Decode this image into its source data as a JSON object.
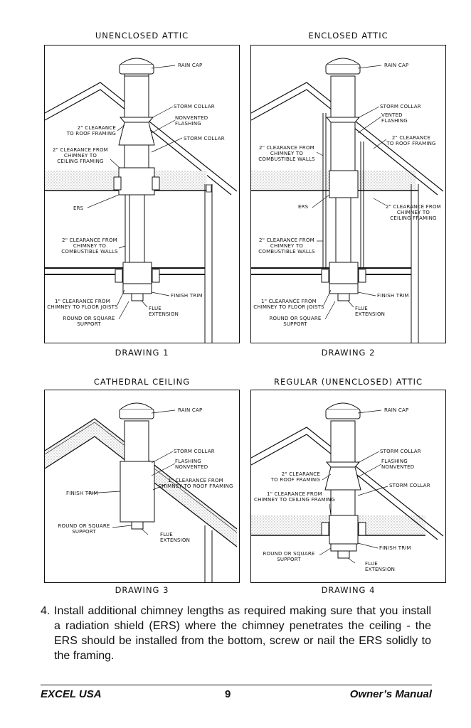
{
  "drawings": [
    {
      "title": "UNENCLOSED ATTIC",
      "caption": "DRAWING 1",
      "labels": [
        "RAIN CAP",
        "STORM COLLAR",
        "NONVENTED\nFLASHING",
        "2\" CLEARANCE\nTO ROOF FRAMING",
        "STORM COLLAR",
        "2\" CLEARANCE FROM\nCHIMNEY TO\nCEILING FRAMING",
        "ERS",
        "2\" CLEARANCE FROM\nCHIMNEY TO\nCOMBUSTIBLE WALLS",
        "1\" CLEARANCE FROM\nCHIMNEY TO FLOOR JOISTS",
        "FINISH TRIM",
        "FLUE\nEXTENSION",
        "ROUND OR SQUARE\nSUPPORT"
      ]
    },
    {
      "title": "ENCLOSED ATTIC",
      "caption": "DRAWING 2",
      "labels": [
        "RAIN CAP",
        "STORM COLLAR",
        "VENTED\nFLASHING",
        "2\" CLEARANCE\nTO ROOF FRAMING",
        "2\" CLEARANCE FROM\nCHIMNEY TO\nCOMBUSTIBLE WALLS",
        "ERS",
        "2\" CLEARANCE FROM\nCHIMNEY TO\nCEILING FRAMING",
        "2\" CLEARANCE FROM\nCHIMNEY TO\nCOMBUSTIBLE WALLS",
        "1\" CLEARANCE FROM\nCHIMNEY TO FLOOR JOISTS",
        "FINISH TRIM",
        "FLUE\nEXTENSION",
        "ROUND OR SQUARE\nSUPPORT"
      ]
    },
    {
      "title": "CATHEDRAL CEILING",
      "caption": "DRAWING 3",
      "labels": [
        "RAIN CAP",
        "STORM COLLAR",
        "FLASHING\nNONVENTED",
        "1\" CLEARANCE FROM\nCHIMNEY TO ROOF FRAMING",
        "FINISH TRIM",
        "ROUND OR SQUARE\nSUPPORT",
        "FLUE\nEXTENSION"
      ]
    },
    {
      "title": "REGULAR (UNENCLOSED) ATTIC",
      "caption": "DRAWING 4",
      "labels": [
        "RAIN CAP",
        "STORM COLLAR",
        "FLASHING\nNONVENTED",
        "2\" CLEARANCE\nTO ROOF FRAMING",
        "STORM COLLAR",
        "1\" CLEARANCE FROM\nCHIMNEY TO CEILING FRAMING",
        "FINISH TRIM",
        "ROUND OR SQUARE\nSUPPORT",
        "FLUE\nEXTENSION"
      ]
    }
  ],
  "instruction": {
    "number": "4.",
    "text": "Install additional chimney lengths as required making sure that you install a radiation shield (ERS) where the chimney penetrates the ceiling - the ERS should be installed from the bottom, screw or nail the ERS solidly to the framing."
  },
  "footer": {
    "left": "EXCEL USA",
    "page": "9",
    "right": "Owner’s Manual"
  }
}
